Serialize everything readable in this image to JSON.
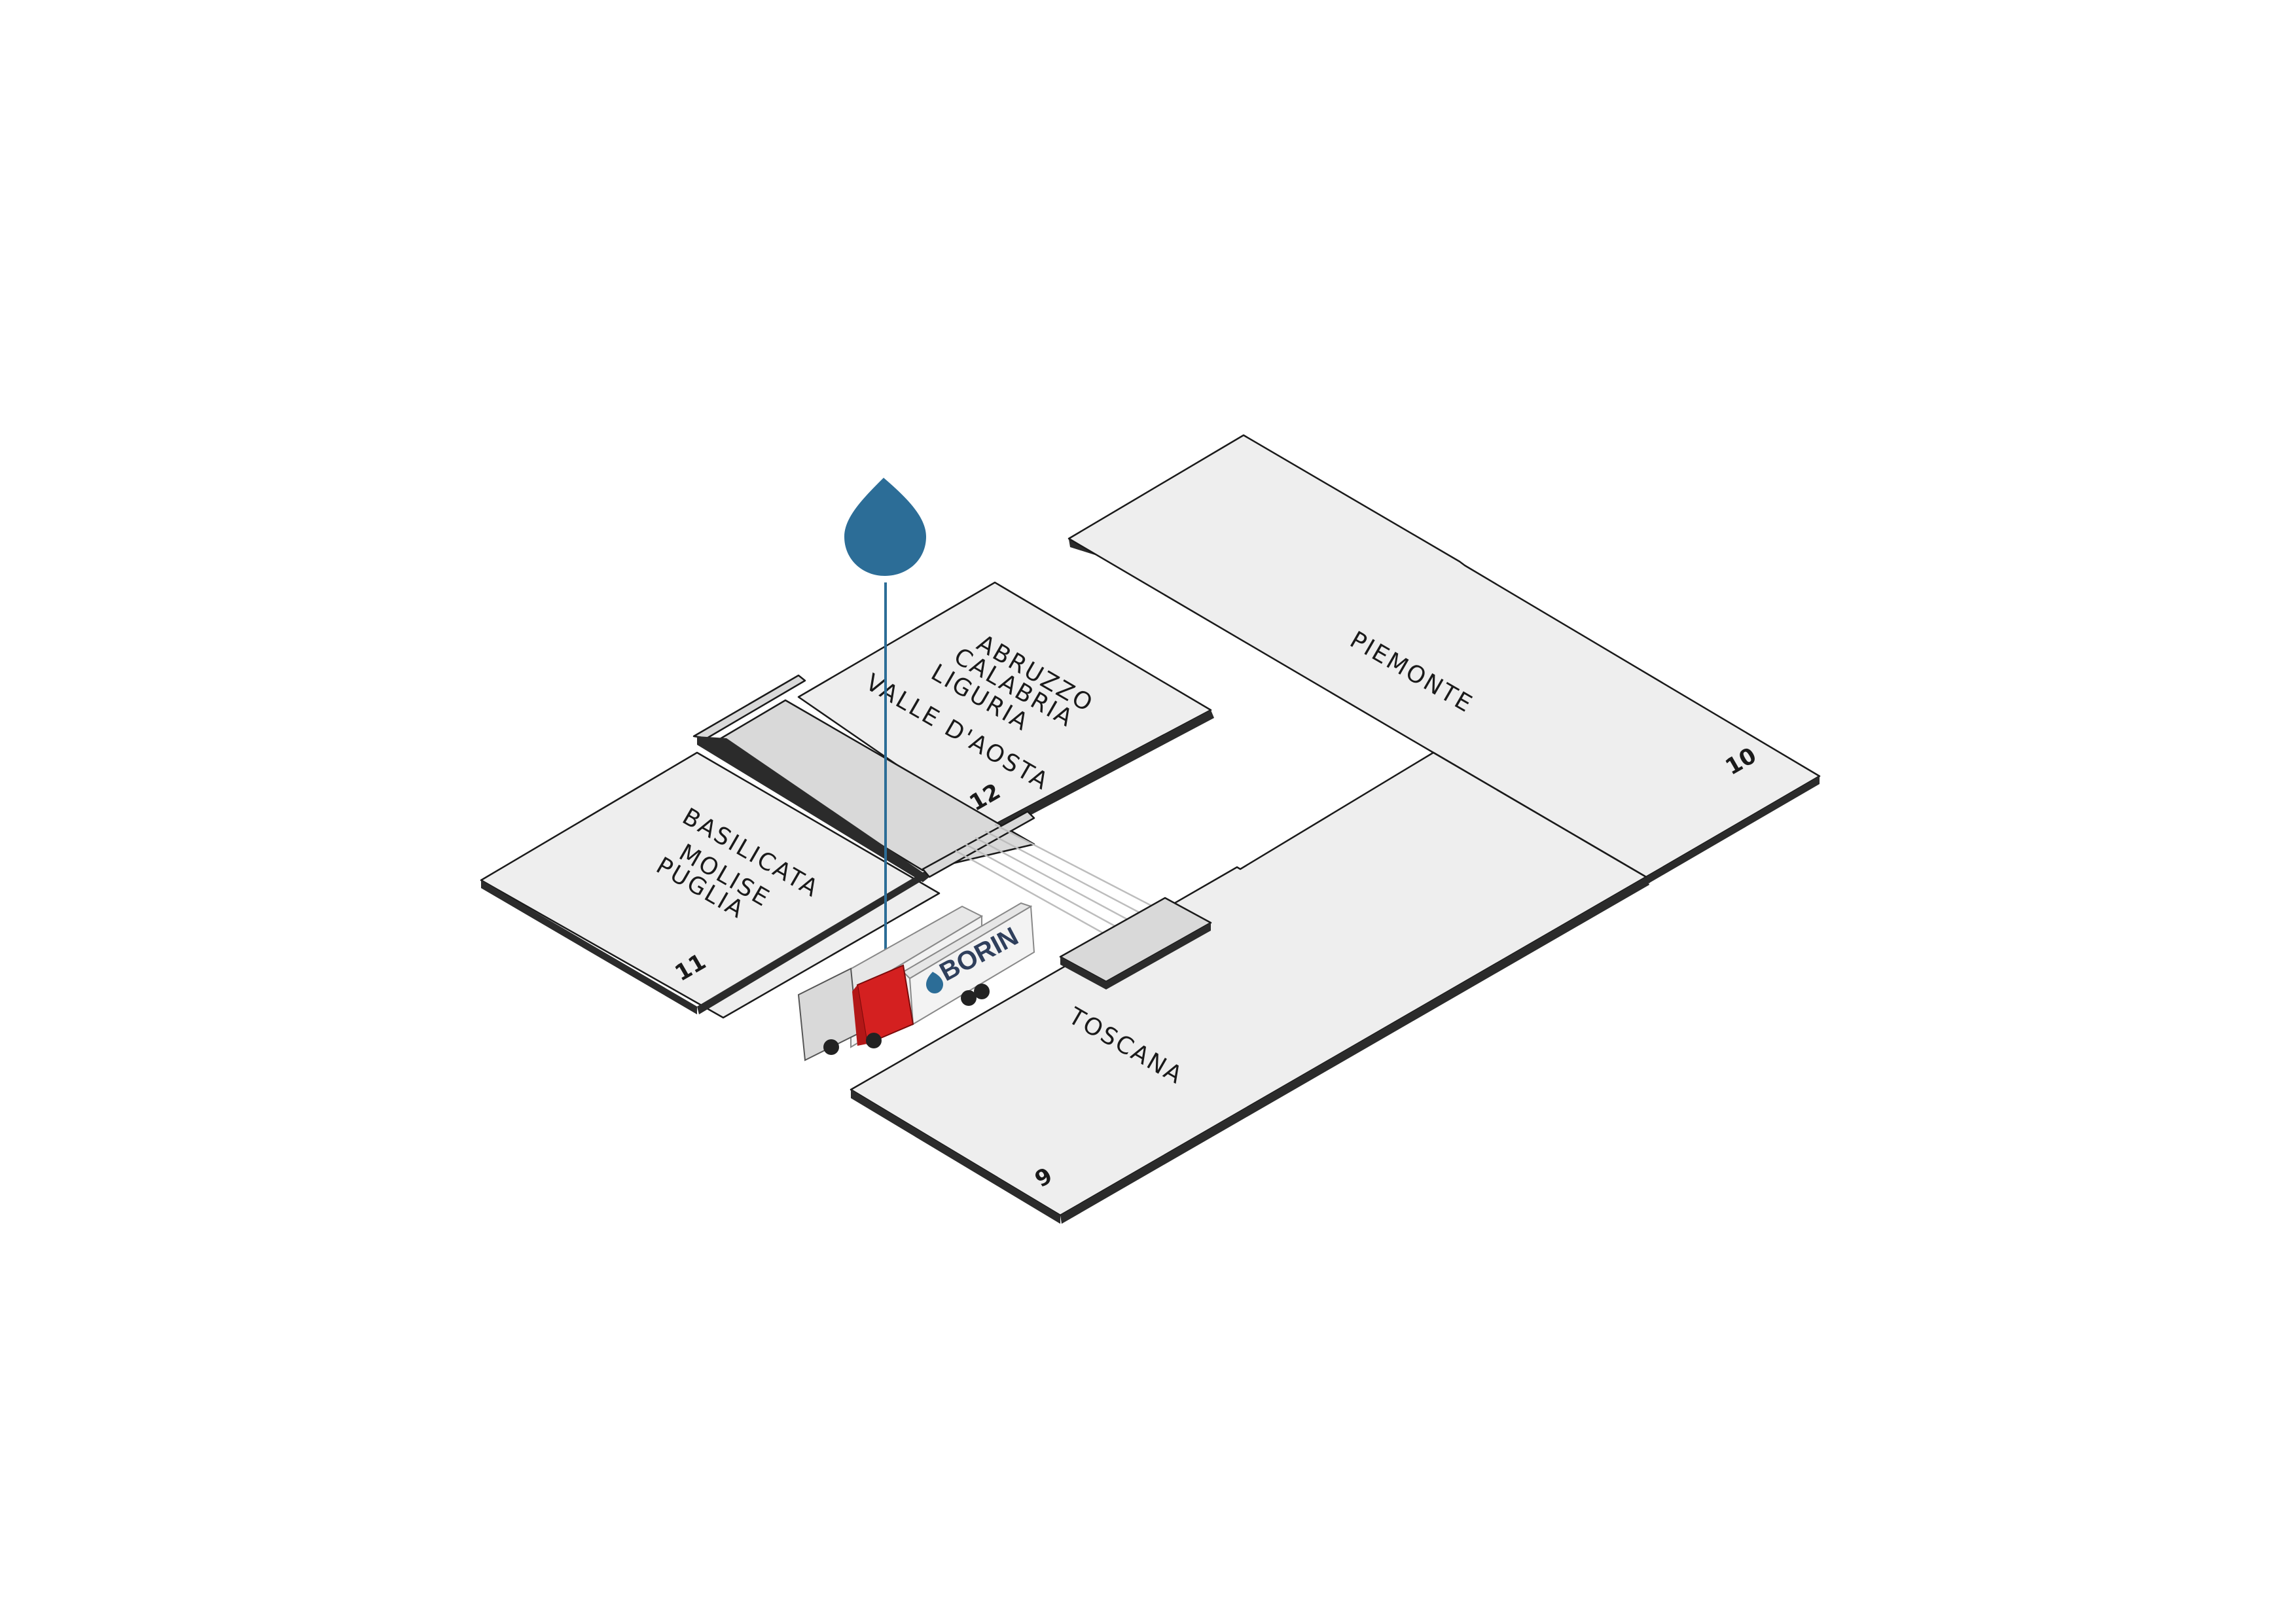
{
  "halls": [
    {
      "number": "12",
      "regions": [
        "ABRUZZO",
        "CALABRIA",
        "LIGURIA",
        "VALLE D'AOSTA"
      ]
    },
    {
      "number": "11",
      "regions": [
        "BASILICATA",
        "MOLISE",
        "PUGLIA"
      ]
    },
    {
      "number": "10",
      "regions": [
        "PIEMONTE"
      ]
    },
    {
      "number": "9",
      "regions": [
        "TOSCANA"
      ]
    }
  ],
  "marker": {
    "icon": "borin-drop-icon",
    "color": "#2c6d97"
  },
  "trucks": {
    "brand": "BORIN",
    "cab_colors": [
      "#d9d9d9",
      "#d42020"
    ]
  }
}
